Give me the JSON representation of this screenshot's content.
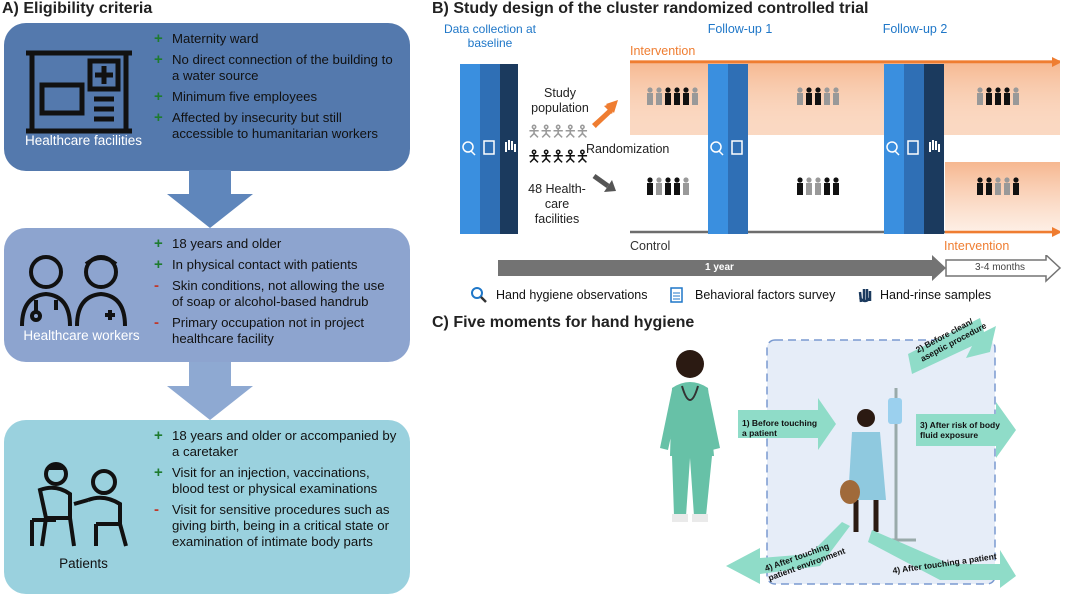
{
  "panelA": {
    "title": "A) Eligibility criteria",
    "facilities": {
      "label": "Healthcare facilities",
      "icon": "hospital-icon",
      "criteria": [
        {
          "sign": "+",
          "text": "Maternity ward"
        },
        {
          "sign": "+",
          "text": "No direct connection of the building to a water source"
        },
        {
          "sign": "+",
          "text": "Minimum five employees"
        },
        {
          "sign": "+",
          "text": "Affected by insecurity but still accessible to humanitarian workers"
        }
      ]
    },
    "workers": {
      "label": "Healthcare workers",
      "icon": "health-workers-icon",
      "criteria": [
        {
          "sign": "+",
          "text": "18 years and older"
        },
        {
          "sign": "+",
          "text": "In physical contact with patients"
        },
        {
          "sign": "-",
          "text": "Skin conditions, not allowing the use of soap or alcohol-based handrub"
        },
        {
          "sign": "-",
          "text": "Primary occupation not in project healthcare facility"
        }
      ]
    },
    "patients": {
      "label": "Patients",
      "icon": "patients-icon",
      "criteria": [
        {
          "sign": "+",
          "text": "18 years and older or accompanied by a caretaker"
        },
        {
          "sign": "+",
          "text": "Visit for an injection, vaccinations, blood test or physical examinations"
        },
        {
          "sign": "-",
          "text": "Visit for sensitive procedures such as giving birth, being in a critical state or examination of intimate body parts"
        }
      ]
    },
    "colors": {
      "facilities": "#5479ad",
      "workers": "#8da4cf",
      "patients": "#9ad1de",
      "arrow1": "#5f86bb",
      "arrow2": "#8ea9d2"
    }
  },
  "panelB": {
    "title": "B) Study design of the cluster randomized controlled trial",
    "baseline": "Data collection at baseline",
    "followup1": "Follow-up 1",
    "followup2": "Follow-up 2",
    "intervention": "Intervention",
    "study_population": "Study population",
    "randomization": "Randomization",
    "facilities": "48 Health-care facilities",
    "control": "Control",
    "intervention_bottom": "Intervention",
    "timeline_1": "1 year",
    "timeline_2": "3-4 months",
    "legend": [
      {
        "icon": "magnifier-icon",
        "text": "Hand hygiene observations"
      },
      {
        "icon": "clipboard-icon",
        "text": "Behavioral factors survey"
      },
      {
        "icon": "hand-icon",
        "text": "Hand-rinse samples"
      }
    ],
    "colors": {
      "blue_dark": "#1b3a5e",
      "blue_mid": "#2f6fb5",
      "blue_light": "#3a8fdf",
      "orange": "#ef7d31",
      "peach": "#f8c9ab",
      "gray": "#6d6d6d"
    }
  },
  "panelC": {
    "title": "C) Five moments for hand hygiene",
    "moments": [
      "1) Before touching a patient",
      "2) Before clean/ aseptic procedure",
      "3) After risk of body fluid exposure",
      "4) After touching a patient",
      "4) After touching patient environment"
    ],
    "colors": {
      "arrow": "#8fdcc8",
      "zone": "#e6edf8",
      "scrubs": "#67c1a7"
    }
  }
}
